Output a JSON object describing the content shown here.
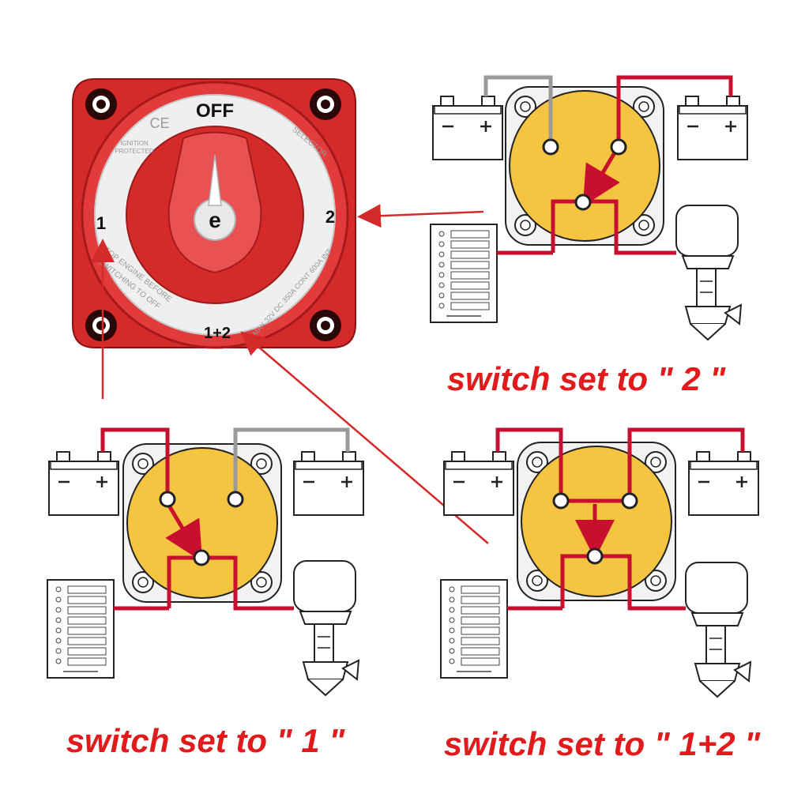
{
  "switch_unit": {
    "pos_off": "OFF",
    "pos_1": "1",
    "pos_2": "2",
    "pos_both": "1+2",
    "ce_mark": "CE",
    "ignition_text_1": "IGNITION",
    "ignition_text_2": "PROTECTED",
    "selector_text": "SELECTOR",
    "warning_text_1": "STOP ENGINE BEFORE",
    "warning_text_2": "SWITCHING TO OFF",
    "rating_text": "MAX 32V DC 350A CONT 600A INT",
    "knob_logo": "e"
  },
  "panels": {
    "switch_2": {
      "caption": "switch set to \" 2 \""
    },
    "switch_1": {
      "caption": "switch set to \" 1 \""
    },
    "switch_both": {
      "caption": "switch set to \" 1+2 \""
    }
  },
  "colors": {
    "wire_active": "#c8102e",
    "wire_inactive": "#9a9a9a",
    "switch_body": "#f5c542",
    "caption": "#e11b1b",
    "unit_red": "#d42a2a"
  }
}
